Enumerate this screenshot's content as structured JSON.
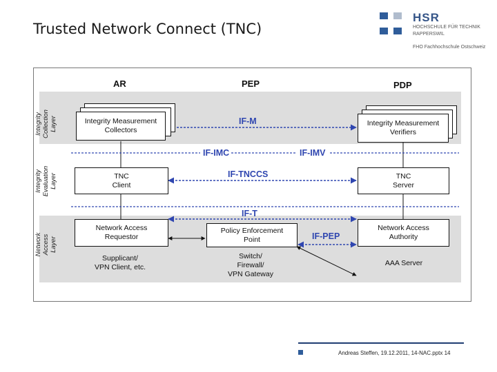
{
  "slide": {
    "title": "Trusted Network Connect (TNC)"
  },
  "logo": {
    "brand": "HSR",
    "line1": "HOCHSCHULE FÜR TECHNIK",
    "line2": "RAPPERSWIL",
    "line3": "FHO Fachhochschule Ostschweiz"
  },
  "diagram": {
    "columns": {
      "ar": "AR",
      "pep": "PEP",
      "pdp": "PDP"
    },
    "layers": {
      "collection": [
        "Integrity",
        "Collection",
        "Layer"
      ],
      "evaluation": [
        "Integrity",
        "Evaluation",
        "Layer"
      ],
      "access": [
        "Network",
        "Access",
        "Layer"
      ]
    },
    "boxes": {
      "imc": [
        "Integrity Measurement",
        "Collectors"
      ],
      "imv": [
        "Integrity Measurement",
        "Verifiers"
      ],
      "tnc_client": [
        "TNC",
        "Client"
      ],
      "tnc_server": [
        "TNC",
        "Server"
      ],
      "nar": [
        "Network Access",
        "Requestor"
      ],
      "pep": [
        "Policy Enforcement",
        "Point"
      ],
      "naa": [
        "Network Access",
        "Authority"
      ]
    },
    "notes": {
      "supplicant": [
        "Supplicant/",
        "VPN Client, etc."
      ],
      "switch": [
        "Switch/",
        "Firewall/",
        "VPN Gateway"
      ],
      "aaa": "AAA Server"
    },
    "interfaces": {
      "if_m": "IF-M",
      "if_imc": "IF-IMC",
      "if_imv": "IF-IMV",
      "if_tnccs": "IF-TNCCS",
      "if_t": "IF-T",
      "if_pep": "IF-PEP"
    },
    "colors": {
      "interface_blue": "#2f46b0",
      "band_gray": "#dddddd"
    }
  },
  "footer": {
    "text": "Andreas Steffen, 19.12.2011, 14-NAC.pptx 14"
  }
}
